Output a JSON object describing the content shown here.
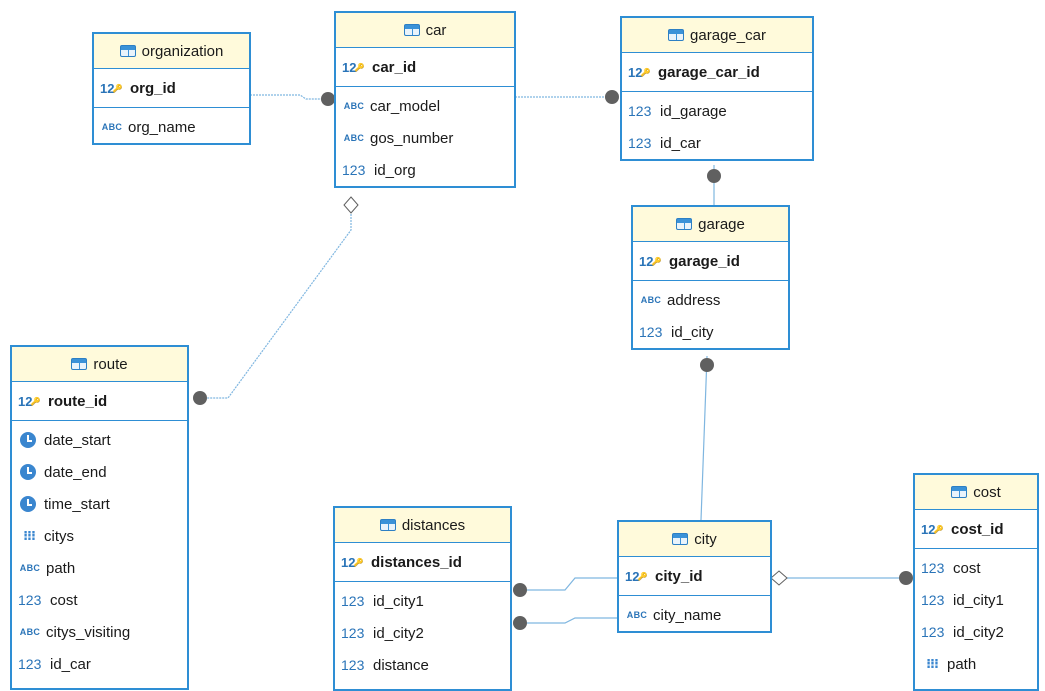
{
  "icons": {
    "table": "table-icon",
    "num": "123",
    "str": "ABC",
    "key": "12",
    "arr": "⁝⁝⁝",
    "time": "clock-icon"
  },
  "colors": {
    "border": "#2e8ed4",
    "header_bg": "#fffadb",
    "link": "#7fb6e0",
    "dot": "#606060"
  },
  "entities": {
    "organization": {
      "title": "organization",
      "pk": "org_id",
      "cols": [
        {
          "type": "str",
          "name": "org_name"
        }
      ]
    },
    "car": {
      "title": "car",
      "pk": "car_id",
      "cols": [
        {
          "type": "str",
          "name": "car_model"
        },
        {
          "type": "str",
          "name": "gos_number"
        },
        {
          "type": "num",
          "name": "id_org"
        }
      ]
    },
    "garage_car": {
      "title": "garage_car",
      "pk": "garage_car_id",
      "cols": [
        {
          "type": "num",
          "name": "id_garage"
        },
        {
          "type": "num",
          "name": "id_car"
        }
      ]
    },
    "garage": {
      "title": "garage",
      "pk": "garage_id",
      "cols": [
        {
          "type": "str",
          "name": "address"
        },
        {
          "type": "num",
          "name": "id_city"
        }
      ]
    },
    "route": {
      "title": "route",
      "pk": "route_id",
      "cols": [
        {
          "type": "time",
          "name": "date_start"
        },
        {
          "type": "time",
          "name": "date_end"
        },
        {
          "type": "time",
          "name": "time_start"
        },
        {
          "type": "arr",
          "name": "citys"
        },
        {
          "type": "str",
          "name": "path"
        },
        {
          "type": "num",
          "name": "cost"
        },
        {
          "type": "str",
          "name": "citys_visiting"
        },
        {
          "type": "num",
          "name": "id_car"
        }
      ]
    },
    "distances": {
      "title": "distances",
      "pk": "distances_id",
      "cols": [
        {
          "type": "num",
          "name": "id_city1"
        },
        {
          "type": "num",
          "name": "id_city2"
        },
        {
          "type": "num",
          "name": "distance"
        }
      ]
    },
    "city": {
      "title": "city",
      "pk": "city_id",
      "cols": [
        {
          "type": "str",
          "name": "city_name"
        }
      ]
    },
    "cost": {
      "title": "cost",
      "pk": "cost_id",
      "cols": [
        {
          "type": "num",
          "name": "cost"
        },
        {
          "type": "num",
          "name": "id_city1"
        },
        {
          "type": "num",
          "name": "id_city2"
        },
        {
          "type": "arr",
          "name": "path"
        }
      ]
    }
  }
}
